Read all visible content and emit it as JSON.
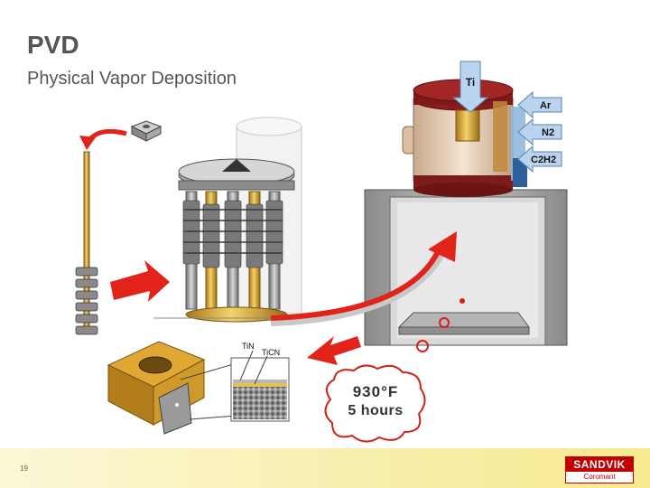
{
  "slide": {
    "title": "PVD",
    "subtitle": "Physical Vapor Deposition",
    "page_number": "19"
  },
  "chamber": {
    "target_label": "Ti",
    "gases": [
      "Ar",
      "N2",
      "C2H2"
    ]
  },
  "coating_layers": [
    "TiN",
    "TiCN"
  ],
  "process": {
    "temperature": "930°F",
    "duration": "5 hours"
  },
  "logo": {
    "name": "SANDVIK",
    "sub": "Coromant"
  },
  "colors": {
    "title_gray": "#555555",
    "footer_yellow": "#f6e98e",
    "arrow_red": "#e2231a",
    "brand_red": "#c00000"
  }
}
